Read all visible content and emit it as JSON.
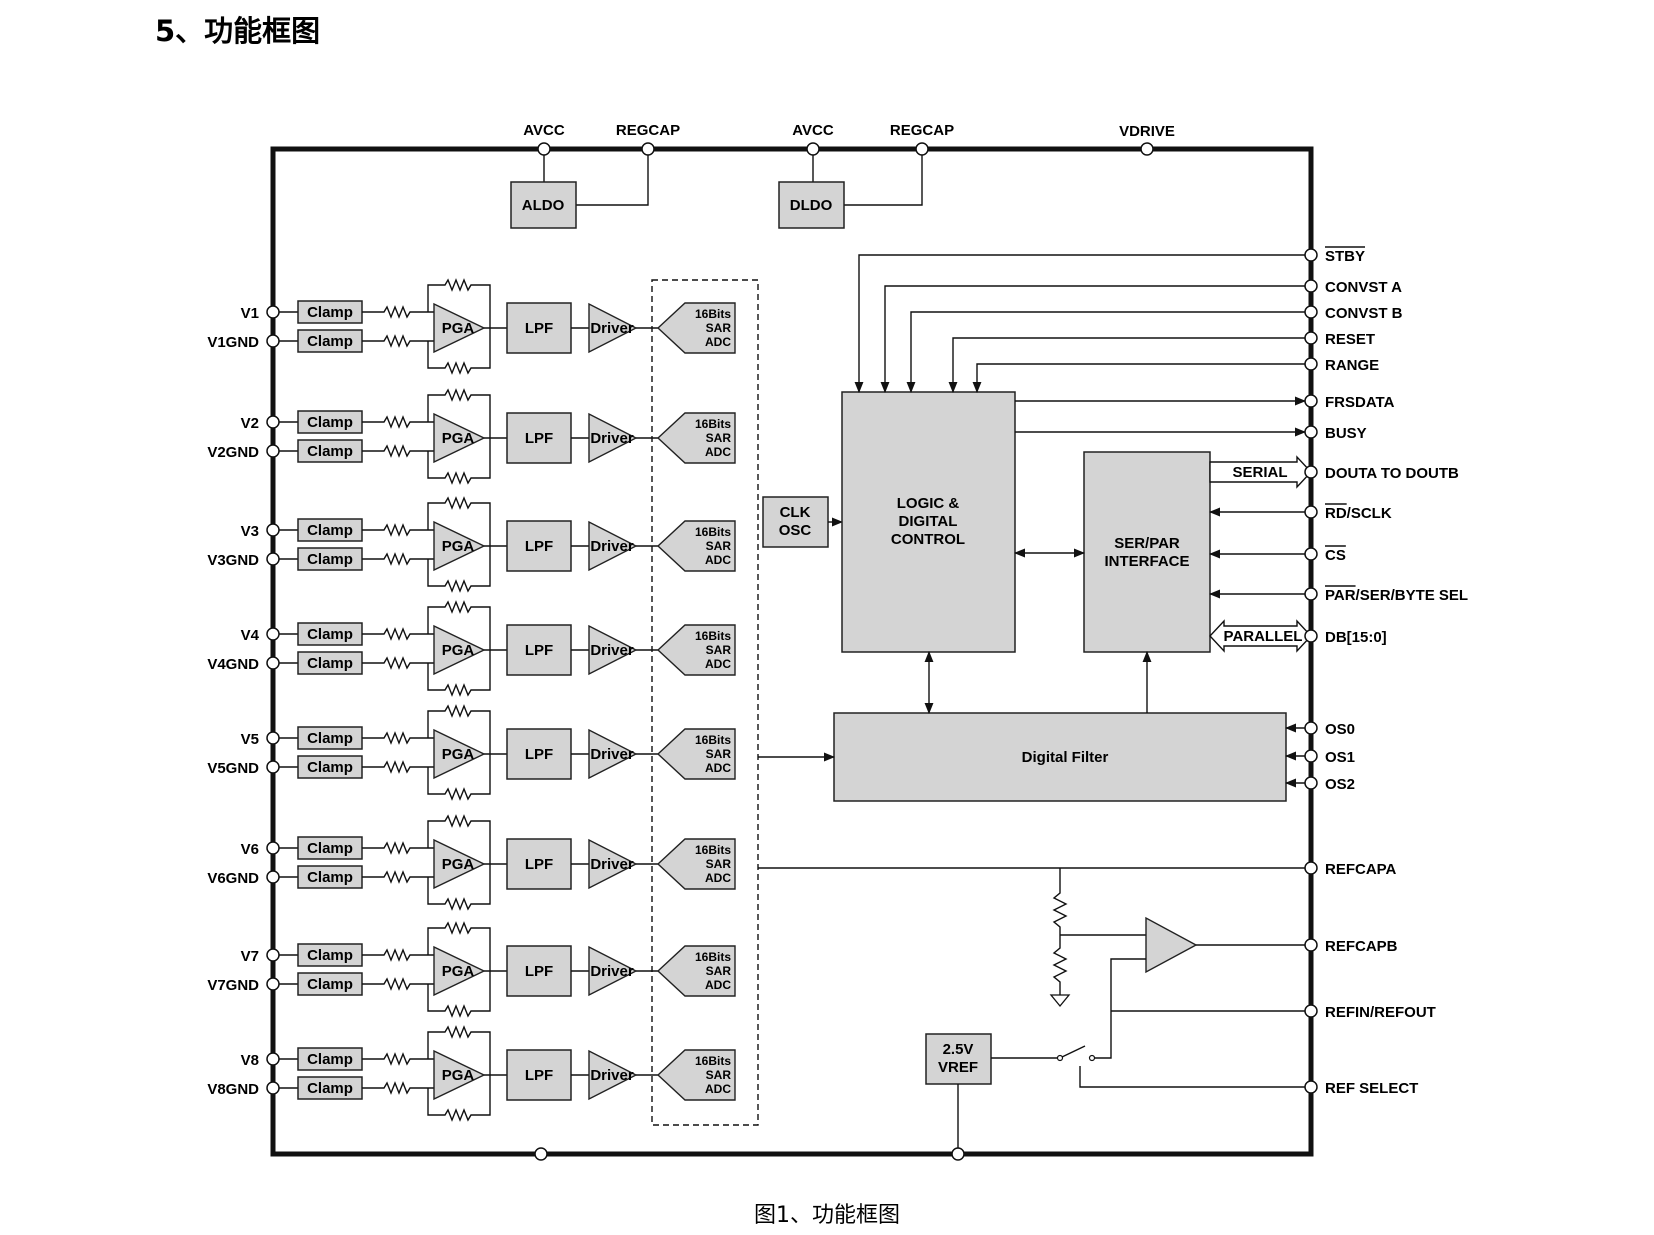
{
  "heading": "5、功能框图",
  "caption": "图1、功能框图",
  "top_pins": [
    "AVCC",
    "REGCAP",
    "AVCC",
    "REGCAP",
    "VDRIVE"
  ],
  "ldo": [
    "ALDO",
    "DLDO"
  ],
  "channels": [
    {
      "pos": "V1",
      "neg": "V1GND"
    },
    {
      "pos": "V2",
      "neg": "V2GND"
    },
    {
      "pos": "V3",
      "neg": "V3GND"
    },
    {
      "pos": "V4",
      "neg": "V4GND"
    },
    {
      "pos": "V5",
      "neg": "V5GND"
    },
    {
      "pos": "V6",
      "neg": "V6GND"
    },
    {
      "pos": "V7",
      "neg": "V7GND"
    },
    {
      "pos": "V8",
      "neg": "V8GND"
    }
  ],
  "chain": {
    "clamp": "Clamp",
    "pga": "PGA",
    "lpf": "LPF",
    "driver": "Driver",
    "adc": [
      "16Bits",
      "SAR",
      "ADC"
    ]
  },
  "clk": [
    "CLK",
    "OSC"
  ],
  "logic": [
    "LOGIC &",
    "DIGITAL",
    "CONTROL"
  ],
  "serpar": [
    "SER/PAR",
    "INTERFACE"
  ],
  "filter": "Digital Filter",
  "vref": [
    "2.5V",
    "VREF"
  ],
  "bus_labels": {
    "serial": "SERIAL",
    "parallel": "PARALLEL"
  },
  "right_pins": [
    {
      "label": "STBY",
      "overline": true
    },
    {
      "label": "CONVST A"
    },
    {
      "label": "CONVST B"
    },
    {
      "label": "RESET"
    },
    {
      "label": "RANGE"
    },
    {
      "label": "FRSDATA"
    },
    {
      "label": "BUSY"
    },
    {
      "label": "DOUTA TO DOUTB"
    },
    {
      "label": "RD/SCLK",
      "overline_part": "RD"
    },
    {
      "label": "CS",
      "overline": true
    },
    {
      "label": "PAR/SER/BYTE SEL",
      "overline_part": "PAR"
    },
    {
      "label": "DB[15:0]"
    },
    {
      "label": "OS0"
    },
    {
      "label": "OS1"
    },
    {
      "label": "OS2"
    },
    {
      "label": "REFCAPA"
    },
    {
      "label": "REFCAPB"
    },
    {
      "label": "REFIN/REFOUT"
    },
    {
      "label": "REF SELECT"
    }
  ]
}
